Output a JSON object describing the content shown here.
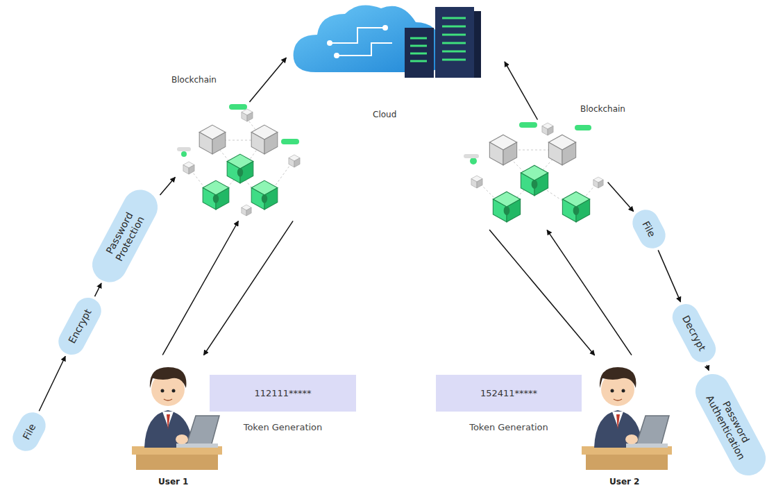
{
  "diagram": {
    "nodes": [
      {
        "text": [
          "Cloud"
        ]
      },
      {
        "text": [
          "Blockchain"
        ]
      },
      {
        "text": [
          "Blockchain"
        ]
      },
      {
        "text": [
          "Password Protection"
        ]
      },
      {
        "text": [
          "File"
        ]
      },
      {
        "text": [
          "Encrypt"
        ]
      },
      {
        "text": [
          "Decrypt"
        ]
      },
      {
        "text": [
          "File"
        ]
      },
      {
        "text": [
          "Password Authentication"
        ]
      },
      {
        "text": [
          "112111*****",
          "Token Generation"
        ]
      },
      {
        "text": [
          "152411*****",
          "Token Generation"
        ]
      },
      {
        "text": [
          "User 1"
        ]
      },
      {
        "text": [
          "User 2"
        ]
      }
    ],
    "edges": [
      {
        "from": 7,
        "to": 5,
        "arrow": "to"
      },
      {
        "from": 5,
        "to": 3,
        "arrow": "to"
      },
      {
        "from": 3,
        "to": 1,
        "arrow": "to"
      },
      {
        "from": 1,
        "to": 0,
        "arrow": "to"
      },
      {
        "from": 11,
        "to": 1,
        "arrow": "to"
      },
      {
        "from": 1,
        "to": 11,
        "arrow": "to"
      },
      {
        "from": 2,
        "to": 0,
        "arrow": "to"
      },
      {
        "from": 2,
        "to": 12,
        "arrow": "to"
      },
      {
        "from": 12,
        "to": 2,
        "arrow": "to"
      },
      {
        "from": 2,
        "to": 4,
        "arrow": "to"
      },
      {
        "from": 4,
        "to": 6,
        "arrow": "to"
      },
      {
        "from": 6,
        "to": 8,
        "arrow": "to"
      }
    ]
  }
}
